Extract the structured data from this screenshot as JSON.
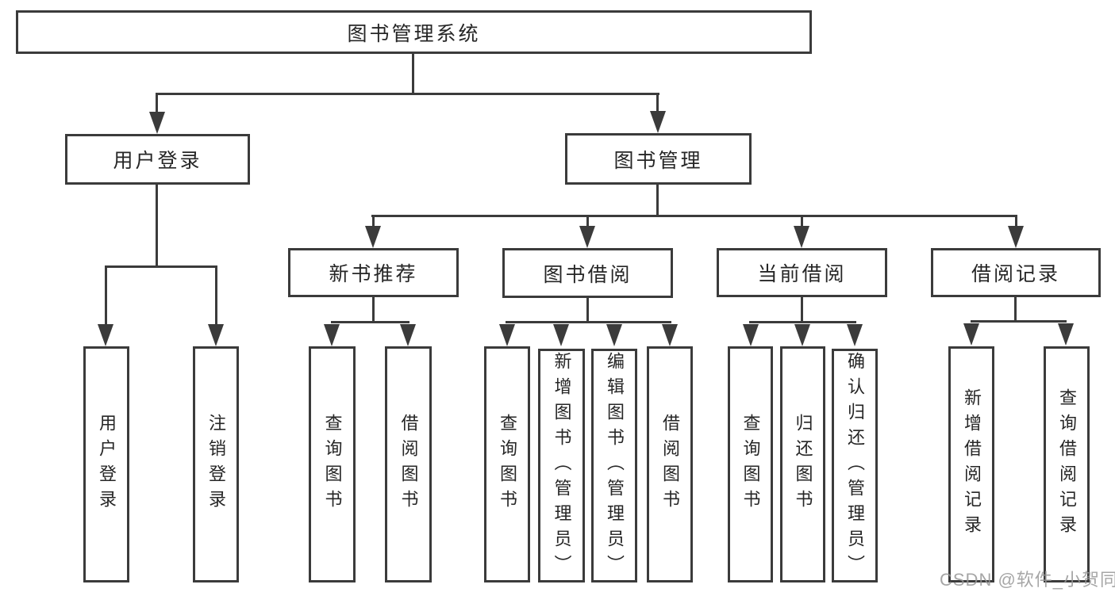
{
  "diagram": {
    "root": {
      "label": "图书管理系统"
    },
    "level2": [
      {
        "label": "用户登录"
      },
      {
        "label": "图书管理"
      }
    ],
    "level3": [
      {
        "label": "新书推荐"
      },
      {
        "label": "图书借阅"
      },
      {
        "label": "当前借阅"
      },
      {
        "label": "借阅记录"
      }
    ],
    "leaves": {
      "login": [
        "用户登录",
        "注销登录"
      ],
      "recommend": [
        "查询图书",
        "借阅图书"
      ],
      "borrowing": [
        "查询图书",
        "新增图书（管理员）",
        "编辑图书（管理员）",
        "借阅图书"
      ],
      "current": [
        "查询图书",
        "归还图书",
        "确认归还（管理员）"
      ],
      "records": [
        "新增借阅记录",
        "查询借阅记录"
      ]
    }
  },
  "colors": {
    "line": "#3b3b3b",
    "text": "#262626",
    "background": "#ffffff",
    "watermark": "#969696"
  },
  "watermark": {
    "text": "CSDN @软件_小贺同学"
  }
}
